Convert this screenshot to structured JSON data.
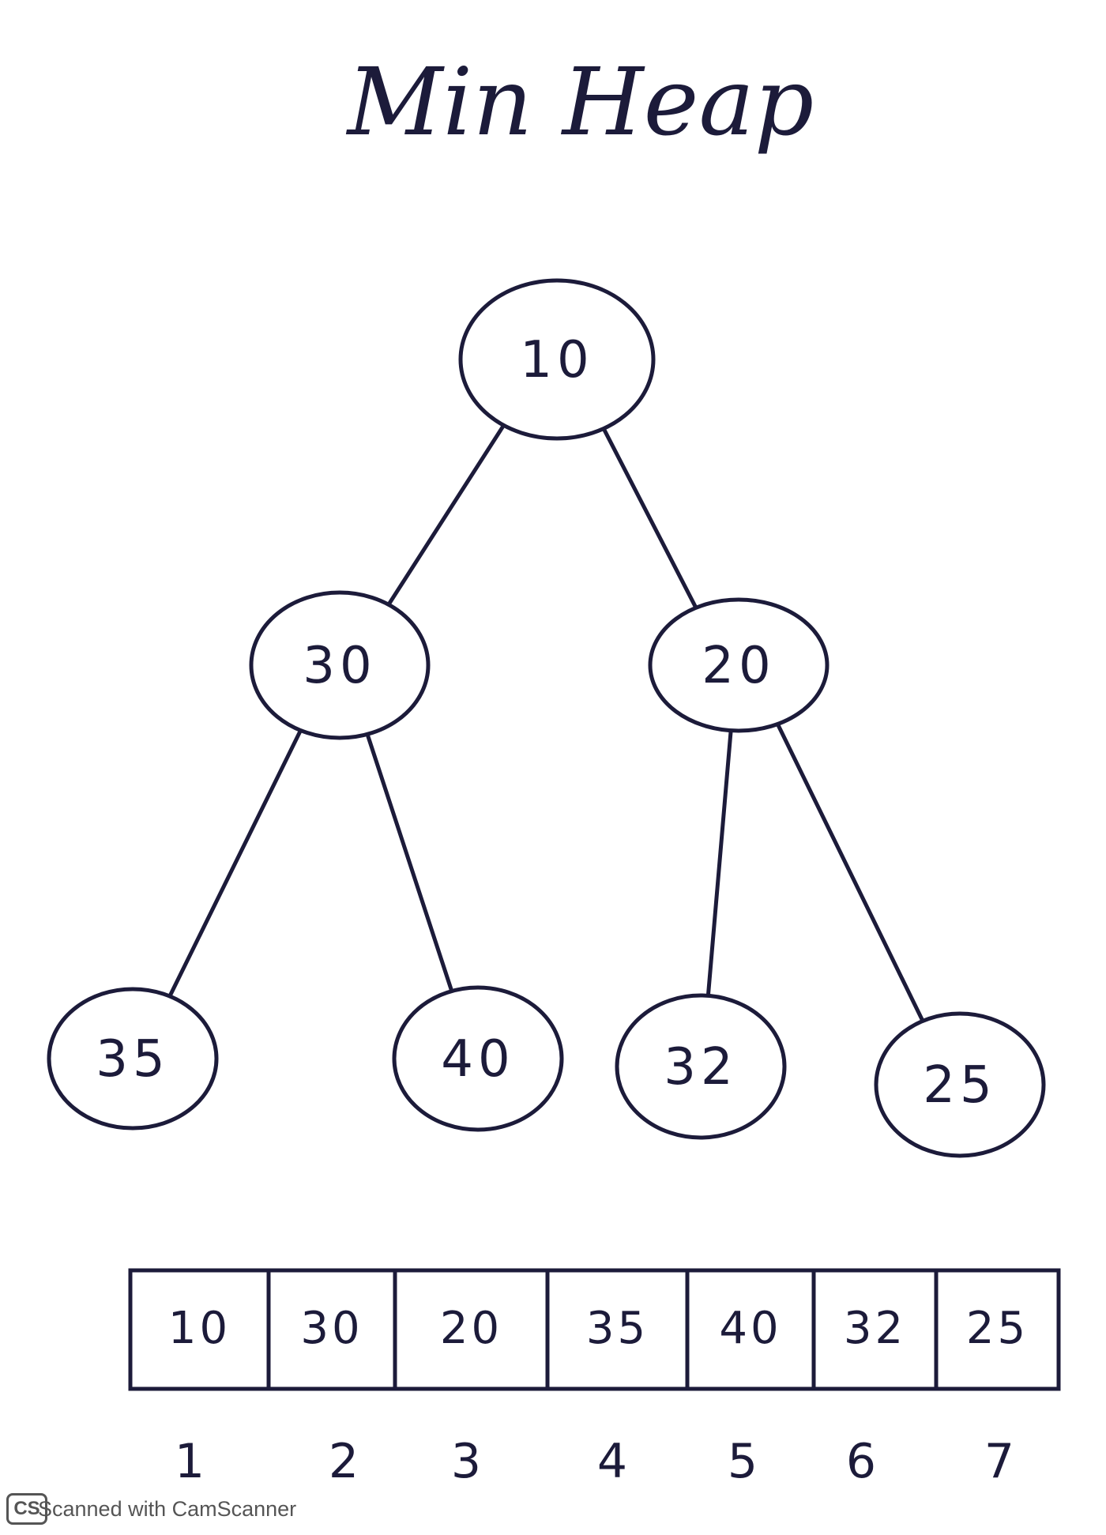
{
  "title": "Min Heap",
  "tree": {
    "nodes": [
      "10",
      "30",
      "20",
      "35",
      "40",
      "32",
      "25"
    ],
    "edges": [
      [
        0,
        1
      ],
      [
        0,
        2
      ],
      [
        1,
        3
      ],
      [
        1,
        4
      ],
      [
        2,
        5
      ],
      [
        2,
        6
      ]
    ]
  },
  "array": {
    "cells": [
      "10",
      "30",
      "20",
      "35",
      "40",
      "32",
      "25"
    ],
    "indices": [
      "1",
      "2",
      "3",
      "4",
      "5",
      "6",
      "7"
    ]
  },
  "footer": {
    "logo_text": "CS",
    "text": "Scanned with CamScanner"
  },
  "colors": {
    "ink": "#1c1b3a",
    "background": "#ffffff",
    "footer_text": "#555555"
  }
}
